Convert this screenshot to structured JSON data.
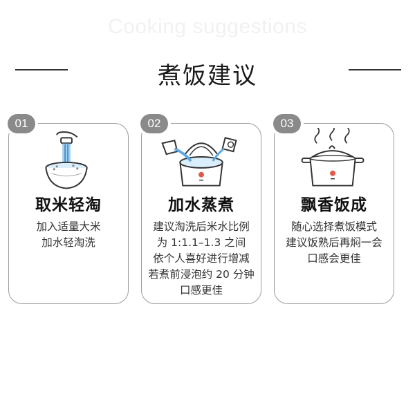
{
  "header": {
    "subtitle_en": "Cooking suggestions",
    "title": "煮饭建议"
  },
  "cards": [
    {
      "number": "01",
      "title": "取米轻淘",
      "icon": "rice-bowl-washing-icon",
      "lines": [
        "加入适量大米",
        "加水轻淘洗"
      ]
    },
    {
      "number": "02",
      "title": "加水蒸煮",
      "icon": "pouring-water-cooker-icon",
      "lines": [
        "建议淘洗后米水比例",
        "为 1:1.1–1.3 之间",
        "依个人喜好进行增减",
        "若煮前浸泡约 20 分钟",
        "口感更佳"
      ]
    },
    {
      "number": "03",
      "title": "飘香饭成",
      "icon": "steaming-rice-cooker-icon",
      "lines": [
        "随心选择煮饭模式",
        "建议饭熟后再焖一会",
        "口感会更佳"
      ]
    }
  ],
  "colors": {
    "badge": "#8a8a8a",
    "water": "#5aa9e6",
    "indicator": "#e05a4a"
  }
}
